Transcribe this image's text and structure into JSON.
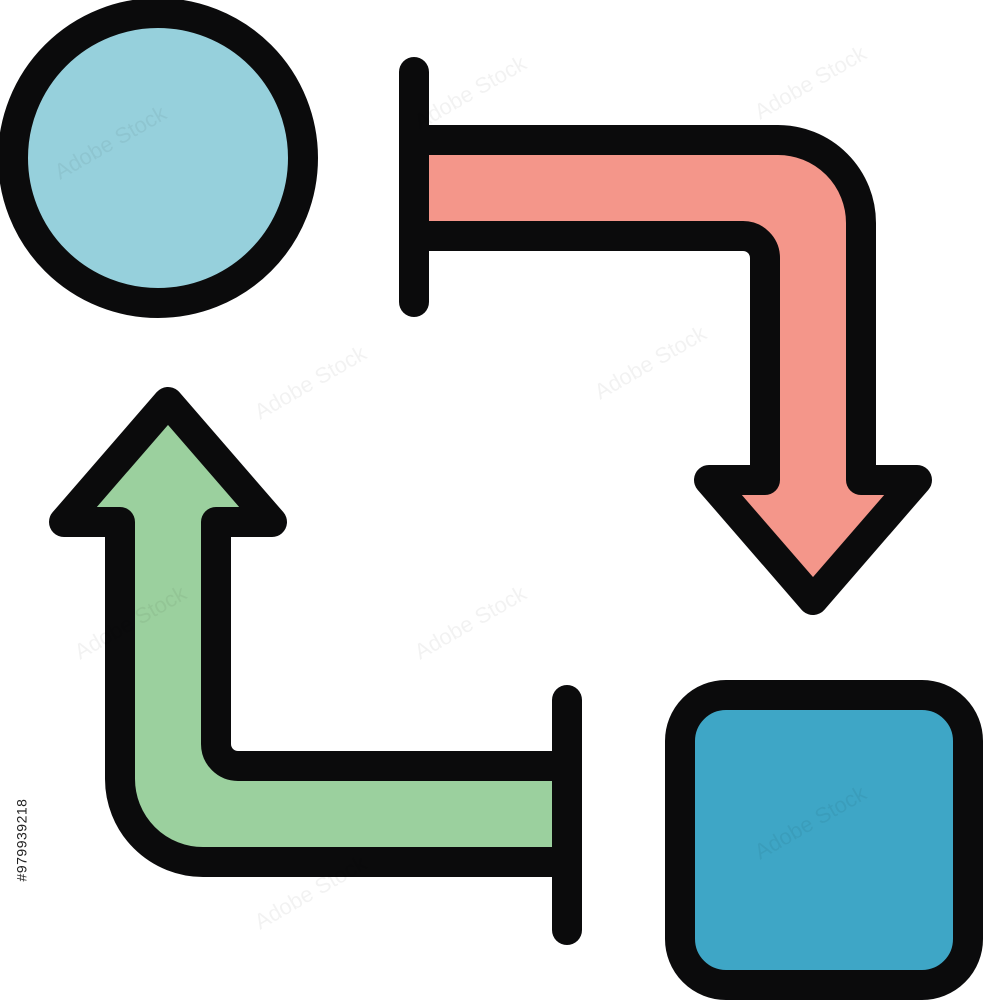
{
  "diagram": {
    "nodes": [
      {
        "id": "start",
        "shape": "circle",
        "fill": "#96d0dc"
      },
      {
        "id": "end",
        "shape": "rounded-square",
        "fill": "#3ea6c6"
      }
    ],
    "arrows": [
      {
        "id": "forward",
        "from": "start",
        "to": "end",
        "direction": "right-then-down",
        "fill": "#f4968a"
      },
      {
        "id": "return",
        "from": "end",
        "to": "start",
        "direction": "left-then-up",
        "fill": "#9bd09e"
      }
    ],
    "outline_color": "#0b0b0c",
    "background": "#ffffff"
  },
  "watermark": {
    "text": "Adobe Stock",
    "id_text": "#979939218"
  }
}
